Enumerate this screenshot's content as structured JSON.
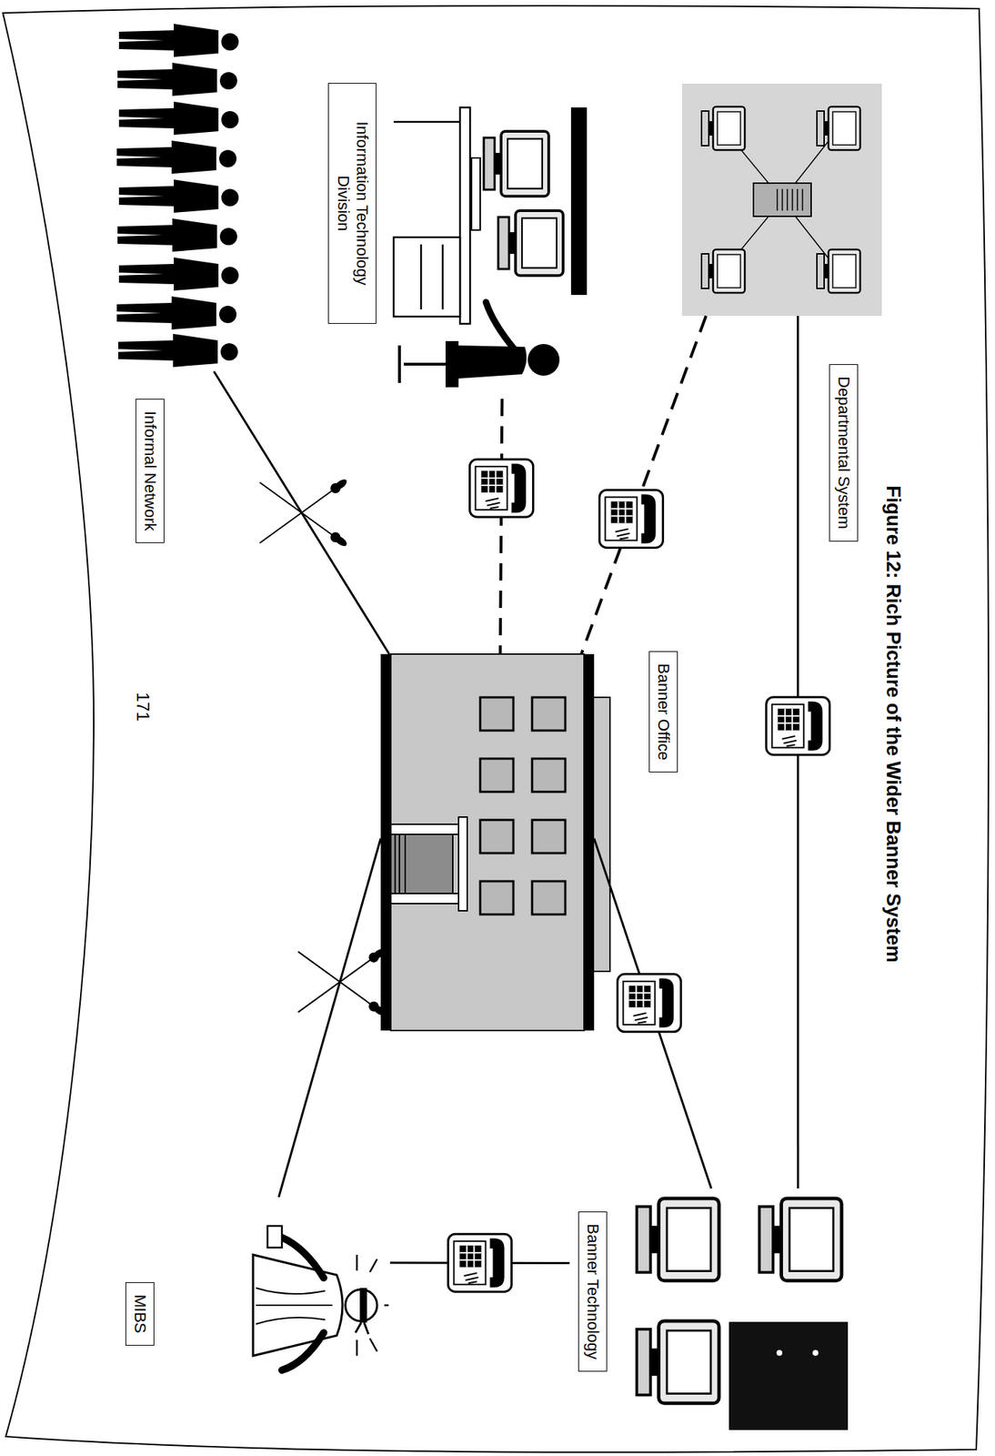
{
  "diagram": {
    "title": "Figure 12: Rich Picture of the Wider Banner System",
    "nodes": [
      {
        "text": [
          "Departmental System"
        ]
      },
      {
        "text": [
          "Information Technology Division"
        ]
      },
      {
        "text": [
          "Informal Network"
        ]
      },
      {
        "text": [
          "Banner Office"
        ]
      },
      {
        "text": [
          "Banner Technology"
        ]
      },
      {
        "text": [
          "MIBS"
        ]
      }
    ],
    "edges": [
      {
        "from": 0,
        "to": 4,
        "arrow": "none"
      },
      {
        "from": 0,
        "to": 3,
        "arrow": "none"
      },
      {
        "from": 1,
        "to": 3,
        "arrow": "none"
      },
      {
        "from": 2,
        "to": 3,
        "arrow": "none"
      },
      {
        "from": 3,
        "to": 4,
        "arrow": "none"
      },
      {
        "from": 3,
        "to": 5,
        "arrow": "none"
      },
      {
        "from": 5,
        "to": 4,
        "arrow": "none"
      }
    ],
    "labels": [
      "171"
    ]
  }
}
